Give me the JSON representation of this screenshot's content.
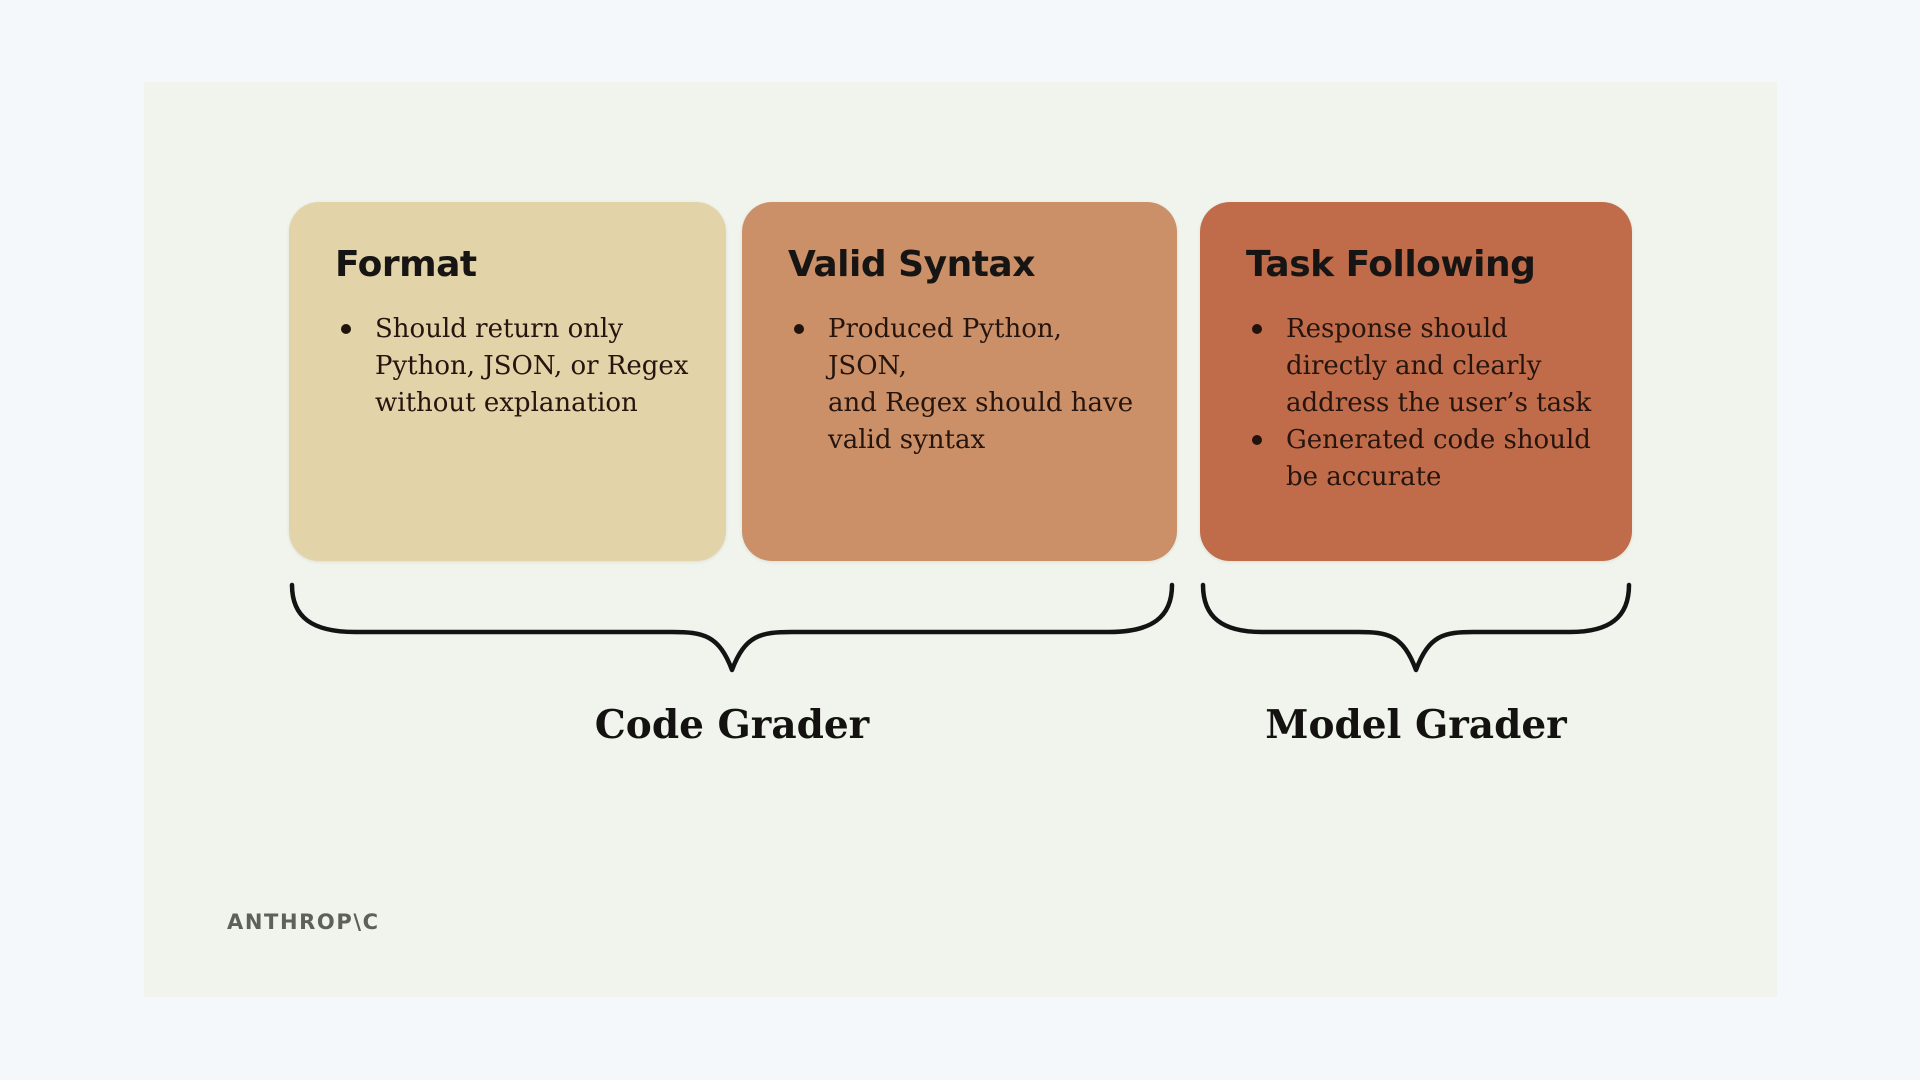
{
  "page": {
    "background_outer": "#f5f8fa",
    "background_slide": "#f0f4ec"
  },
  "cards": [
    {
      "title": "Format",
      "color": "#e2d3a9",
      "bullets": [
        {
          "lines": [
            "Should return only",
            "Python, JSON, or Regex",
            "without explanation"
          ]
        }
      ]
    },
    {
      "title": "Valid Syntax",
      "color": "#cb9068",
      "bullets": [
        {
          "lines": [
            "Produced Python, JSON,",
            "and Regex should have",
            "valid syntax"
          ]
        }
      ]
    },
    {
      "title": "Task Following",
      "color": "#c06c4b",
      "bullets": [
        {
          "lines": [
            "Response should",
            "directly and clearly",
            "address the user’s task"
          ]
        },
        {
          "lines": [
            "Generated code should",
            "be accurate"
          ]
        }
      ]
    }
  ],
  "groups": [
    {
      "label": "Code Grader"
    },
    {
      "label": "Model Grader"
    }
  ],
  "footer": {
    "logo": "ANTHROP\\C"
  },
  "brace_color": "#131313"
}
